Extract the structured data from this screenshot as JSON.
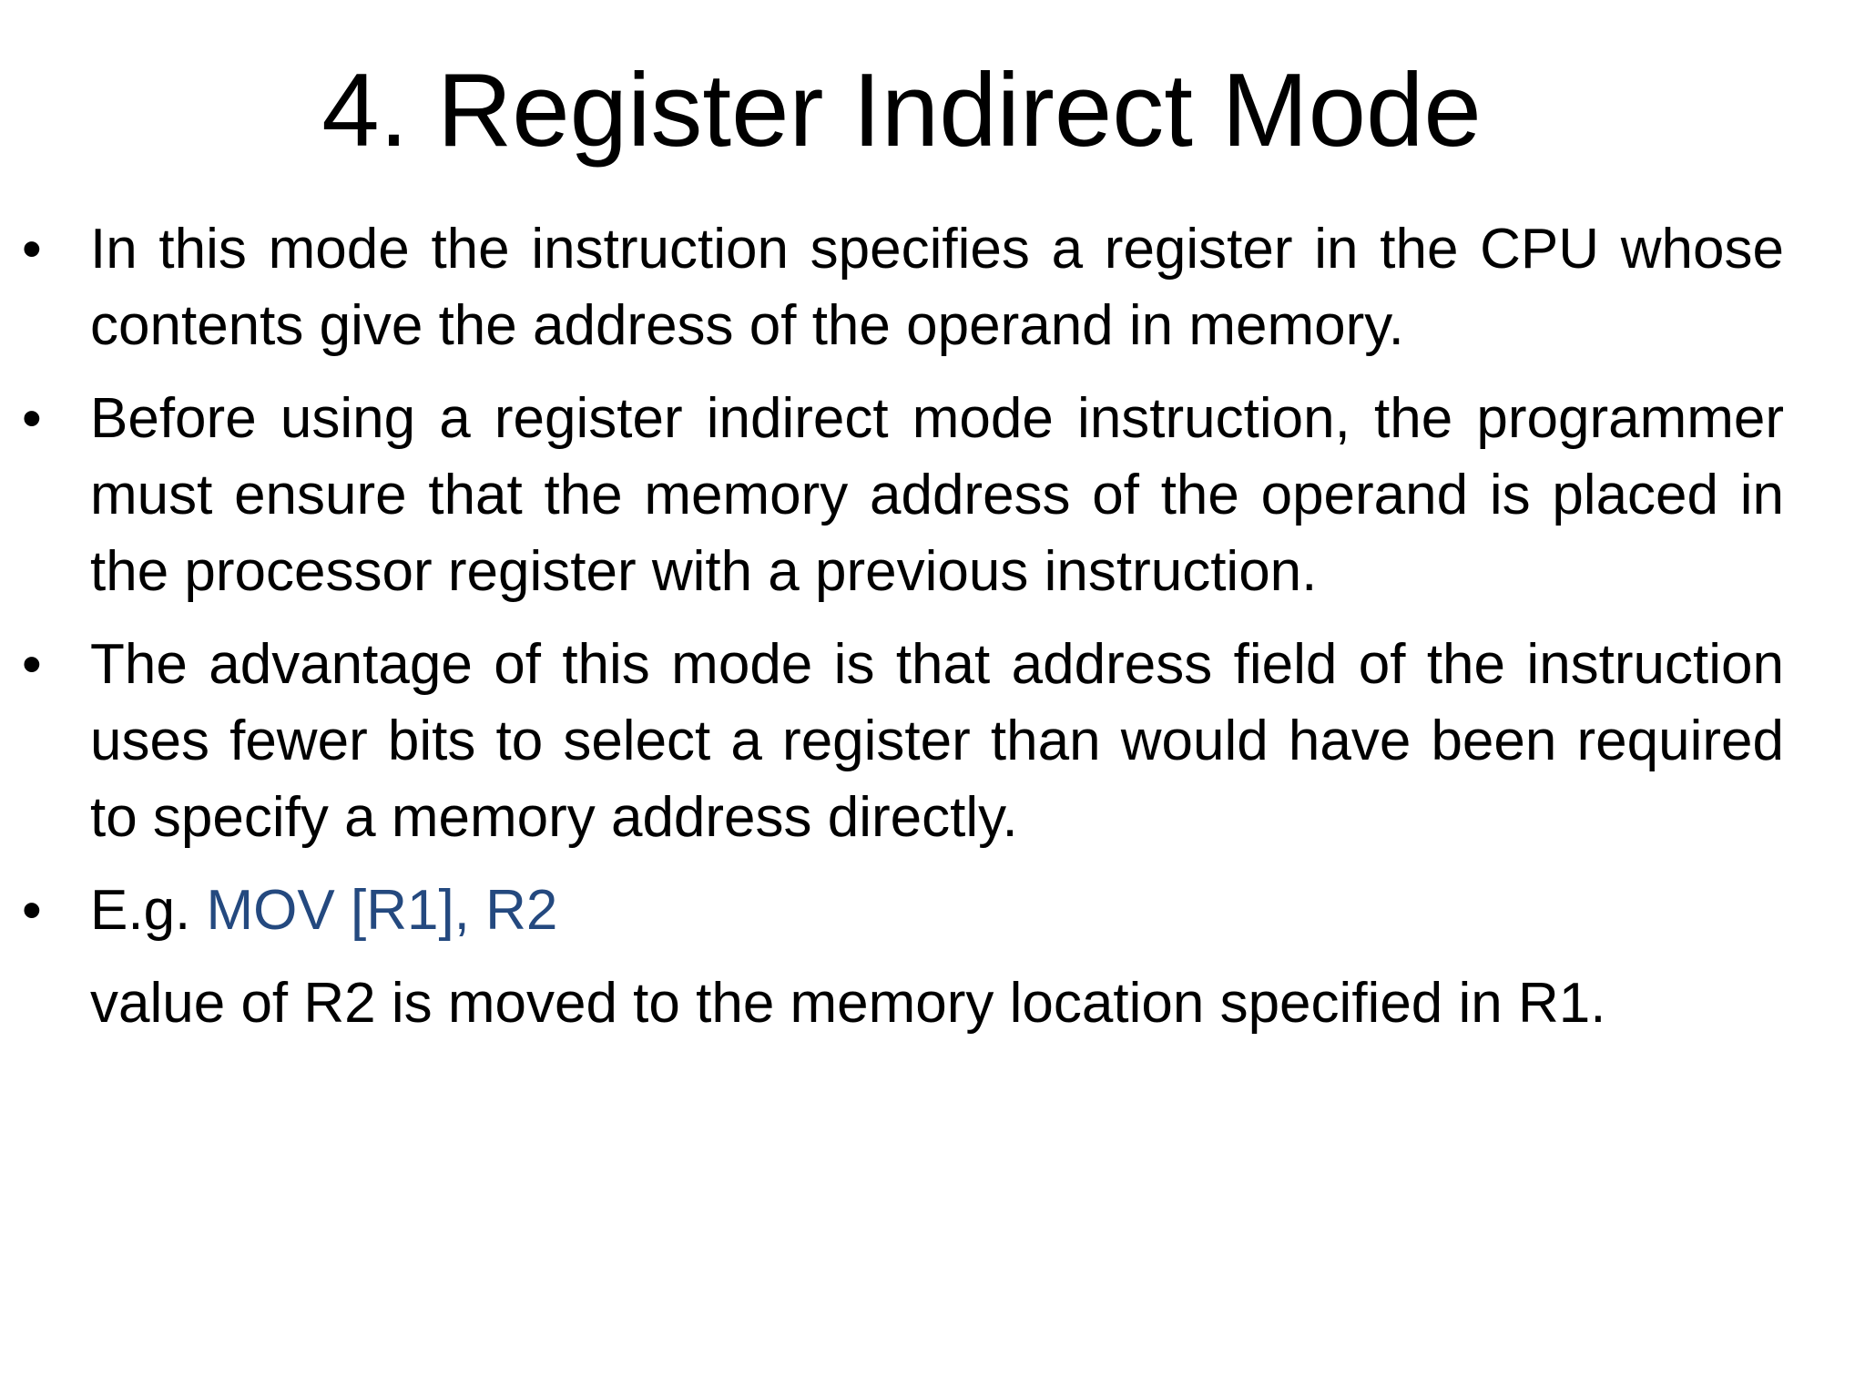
{
  "slide": {
    "title": "4. Register Indirect Mode",
    "bullets": [
      {
        "marker": "•",
        "text": "In this mode the instruction specifies a register in the CPU whose contents give the address of the operand in memory."
      },
      {
        "marker": "•",
        "text": "Before using a register indirect mode instruction, the programmer must ensure that the memory address of the operand is placed in the processor register with a previous instruction."
      },
      {
        "marker": "•",
        "text": "The advantage of this mode is that address field of the instruction uses fewer bits to select a register than would have been required to specify a memory address directly."
      },
      {
        "marker": "•",
        "prefix": "E.g. ",
        "code": "MOV [R1], R2"
      }
    ],
    "example_explanation": "value of R2 is moved to the memory location specified in R1.",
    "colors": {
      "text": "#000000",
      "code": "#24497f",
      "background": "#ffffff"
    }
  }
}
